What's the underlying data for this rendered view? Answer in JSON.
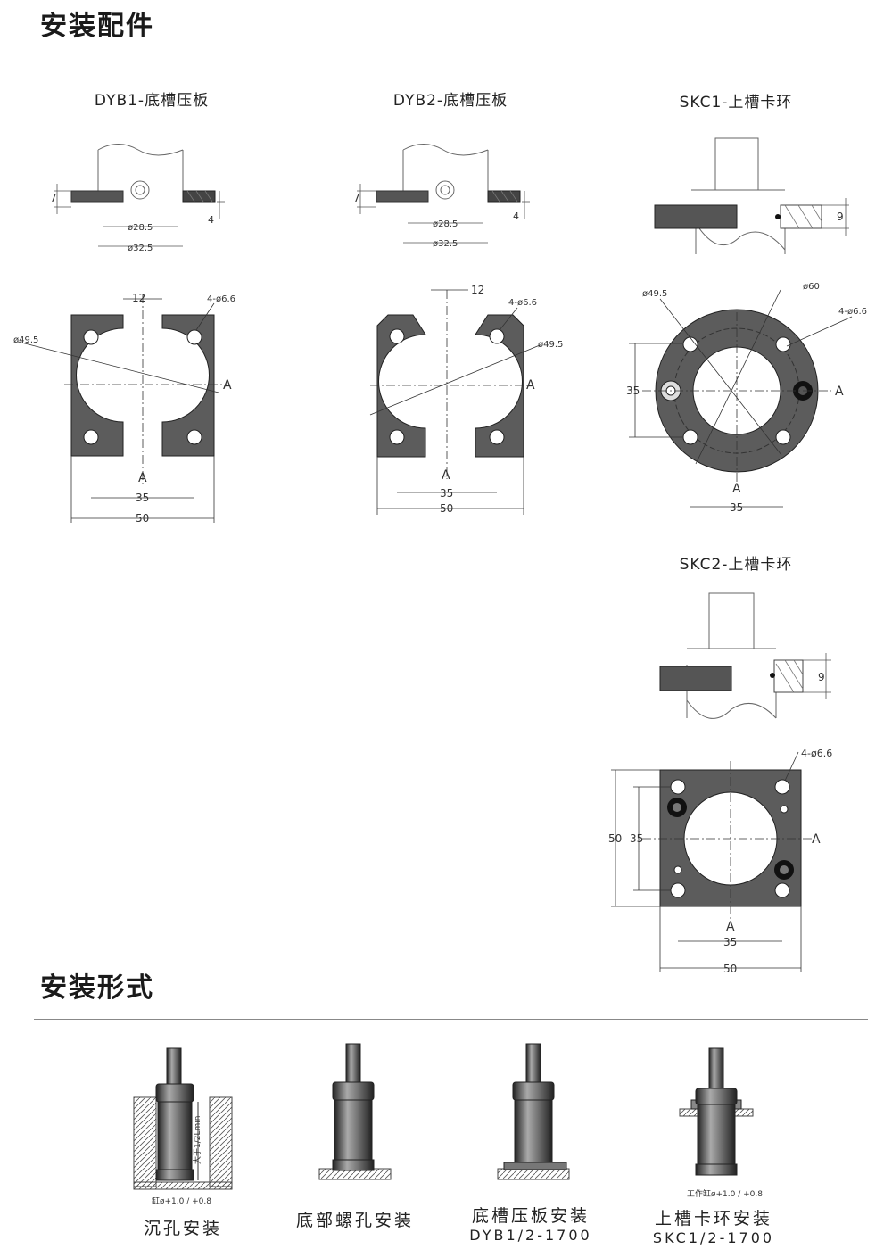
{
  "section1": {
    "title": "安装配件"
  },
  "section2": {
    "title": "安装形式"
  },
  "parts": {
    "dyb1": {
      "title": "DYB1-底槽压板",
      "d_a": "ø28.5",
      "d_b": "ø32.5",
      "t1": "7",
      "t2": "4",
      "w12": "12",
      "holes": "4-ø6.6",
      "pcd": "ø49.5",
      "sec": "A",
      "d35": "35",
      "d50": "50"
    },
    "dyb2": {
      "title": "DYB2-底槽压板",
      "d_a": "ø28.5",
      "d_b": "ø32.5",
      "t1": "7",
      "t2": "4",
      "w12": "12",
      "holes": "4-ø6.6",
      "pcd": "ø49.5",
      "sec": "A",
      "d35": "35",
      "d50": "50"
    },
    "skc1": {
      "title": "SKC1-上槽卡环",
      "t9": "9",
      "pcd": "ø49.5",
      "od": "ø60",
      "holes": "4-ø6.6",
      "sec": "A",
      "d35": "35"
    },
    "skc2": {
      "title": "SKC2-上槽卡环",
      "t9": "9",
      "holes": "4-ø6.6",
      "sec": "A",
      "d35": "35",
      "d50": "50"
    }
  },
  "mounts": [
    {
      "label": "沉孔安装",
      "sub": "",
      "note1": "大于1/2Lmin",
      "note2": "缸ø+1.0 / +0.8"
    },
    {
      "label": "底部螺孔安装",
      "sub": ""
    },
    {
      "label": "底槽压板安装",
      "sub": "DYB1/2-1700"
    },
    {
      "label": "上槽卡环安装",
      "sub": "SKC1/2-1700",
      "note2": "工作缸ø+1.0 / +0.8"
    }
  ]
}
